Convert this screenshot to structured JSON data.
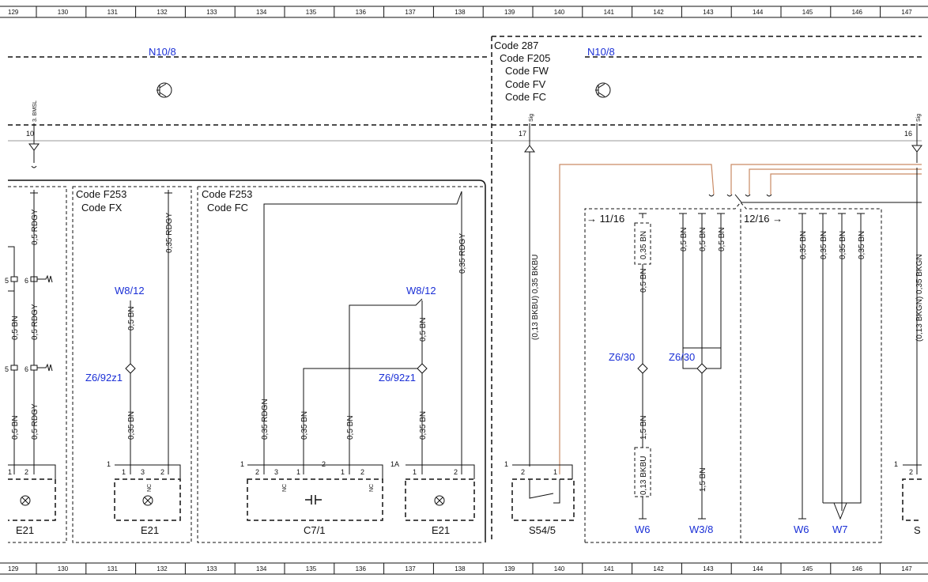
{
  "ruler": {
    "numbers": [
      "129",
      "130",
      "131",
      "132",
      "133",
      "134",
      "135",
      "136",
      "137",
      "138",
      "139",
      "140",
      "141",
      "142",
      "143",
      "144",
      "145",
      "146",
      "147"
    ]
  },
  "components": {
    "n10_8_left": "N10/8",
    "n10_8_right": "N10/8",
    "e21_a": "E21",
    "e21_b": "E21",
    "c7_1": "C7/1",
    "e21_c": "E21",
    "s54_5": "S54/5",
    "w6_a": "W6",
    "w3_8": "W3/8",
    "w6_b": "W6",
    "w7": "W7",
    "s_cut": "S",
    "w8_12_a": "W8/12",
    "w8_12_b": "W8/12",
    "z6_92z1_a": "Z6/92z1",
    "z6_92z1_b": "Z6/92z1",
    "z6_30_a": "Z6/30",
    "z6_30_b": "Z6/30"
  },
  "codes": {
    "code_287": "Code 287",
    "code_f205": "Code F205",
    "code_fw": "Code FW",
    "code_fv": "Code FV",
    "code_fc_top": "Code FC",
    "code_f253_a": "Code F253",
    "code_fx": "Code FX",
    "code_f253_b": "Code F253",
    "code_fc_b": "Code FC"
  },
  "connectors": {
    "pin10": "10",
    "pin10_sig": "3. BMSL",
    "pin17": "17",
    "pin17_sig": "Sig",
    "pin16": "16",
    "pin16_sig": "Sig",
    "ref_11_16": "→ 11/16",
    "ref_12_16": "12/16 →"
  },
  "wires": {
    "w_05rdgy_top": "0,5 RDGY",
    "w_05bn_l1": "0,5 BN",
    "w_05rdgy_l2": "0,5 RDGY",
    "w_05bn_l3": "0,5 BN",
    "w_05rdgy_l4": "0,5 RDGY",
    "w_035rdgy_fx": "0,35 RDGY",
    "w_05bn_fx": "0,5 BN",
    "w_035bn_fx": "0,35 BN",
    "w_035rdgy_fc": "0,35 RDGY",
    "w_05bn_fc": "0,5 BN",
    "w_035bn_fc": "0,35 BN",
    "w_035rdgn": "0,35 RDGN",
    "w_035bn_c7": "0,35 BN",
    "w_05bn_c7": "0,5 BN",
    "w_bkbu": "(0,13 BKBU) 0,35 BKBU",
    "w_035bn_box": "0,35 BN",
    "w_05bn_141": "0,5 BN",
    "w_15bn_141": "1,5 BN",
    "w_013bkbu": "0,13 BKBU",
    "w_05bn_143a": "0,5 BN",
    "w_05bn_143b": "0,5 BN",
    "w_05bn_143c": "0,5 BN",
    "w_15bn_143": "1,5 BN",
    "w_035bn_145a": "0,35 BN",
    "w_035bn_145b": "0,35 BN",
    "w_035bn_146a": "0,35 BN",
    "w_035bn_146b": "0,35 BN",
    "w_bkgn": "(0,13 BKGN) 0,35 BKGN"
  },
  "pins": {
    "p1": "1",
    "p2": "2",
    "p3": "3",
    "p5": "5",
    "p6": "6",
    "p1a": "1A",
    "nc": "NC"
  }
}
